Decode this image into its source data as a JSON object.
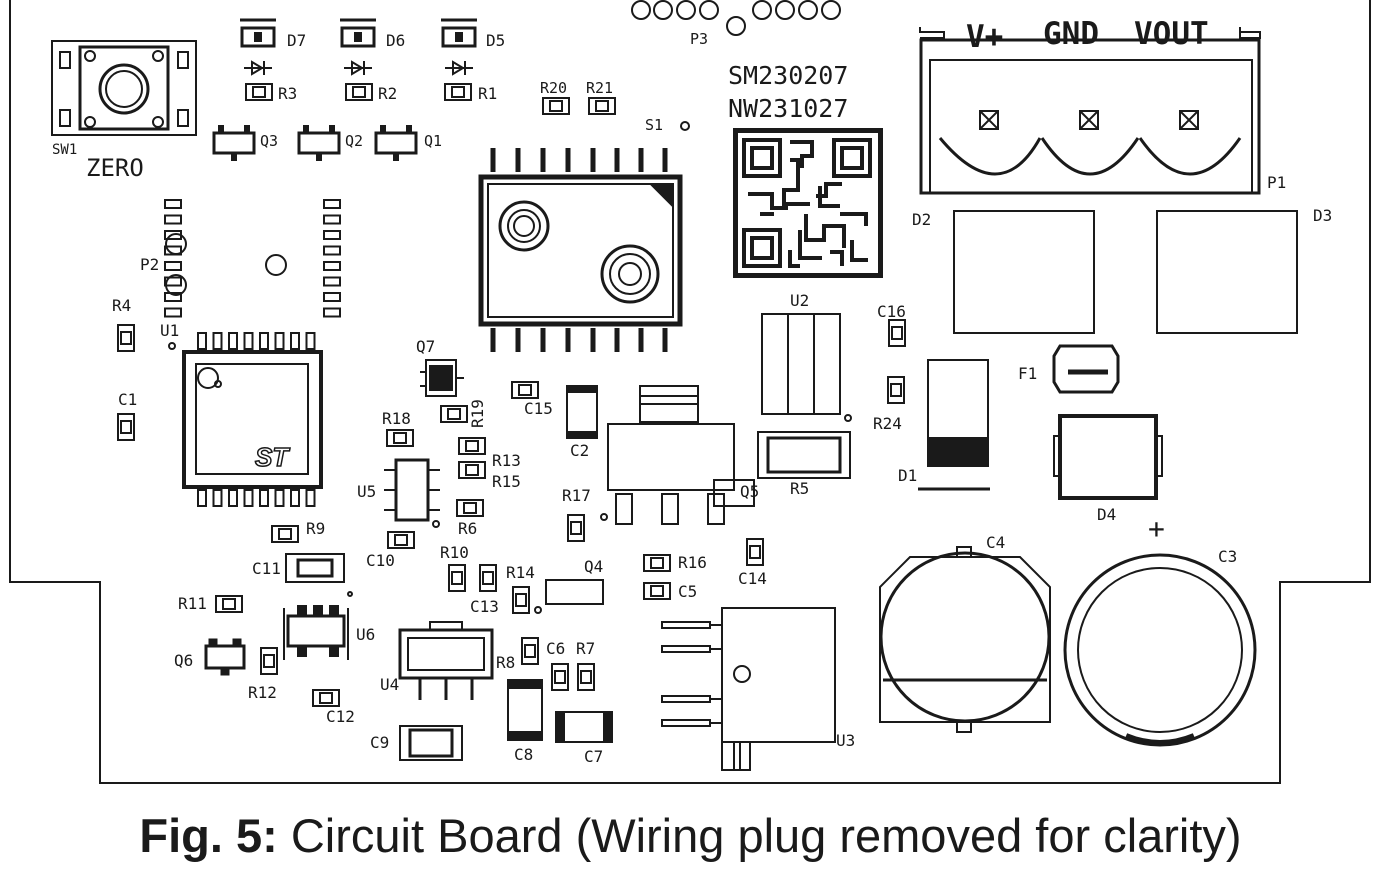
{
  "caption": {
    "prefix": "Fig. 5:",
    "text": "Circuit Board (Wiring plug removed for clarity)"
  },
  "board": {
    "silkscreen_codes": [
      "SM230207",
      "NW231027"
    ],
    "button_label": "ZERO",
    "terminal_labels": [
      "V+",
      "GND",
      "VOUT"
    ],
    "polarity_mark": "+",
    "st_logo_text": "ST"
  },
  "refs": {
    "SW1": "SW1",
    "D7": "D7",
    "D6": "D6",
    "D5": "D5",
    "R3": "R3",
    "R2": "R2",
    "R1": "R1",
    "R20": "R20",
    "R21": "R21",
    "Q3": "Q3",
    "Q2": "Q2",
    "Q1": "Q1",
    "S1": "S1",
    "P3": "P3",
    "P1": "P1",
    "P2": "P2",
    "R4": "R4",
    "U1": "U1",
    "C1": "C1",
    "D2": "D2",
    "D3": "D3",
    "U2": "U2",
    "C16": "C16",
    "F1": "F1",
    "R24": "R24",
    "D1": "D1",
    "D4": "D4",
    "Q7": "Q7",
    "R18": "R18",
    "R19": "R19",
    "C15": "C15",
    "C2": "C2",
    "R13": "R13",
    "R15": "R15",
    "U5": "U5",
    "R6": "R6",
    "R17": "R17",
    "Q5": "Q5",
    "R5": "R5",
    "R9": "R9",
    "C10": "C10",
    "R10": "R10",
    "C11": "C11",
    "R14": "R14",
    "C13": "C13",
    "Q4": "Q4",
    "R16": "R16",
    "C14": "C14",
    "C5": "C5",
    "R11": "R11",
    "U6": "U6",
    "Q6": "Q6",
    "R12": "R12",
    "C12": "C12",
    "U4": "U4",
    "R8": "R8",
    "C6": "C6",
    "R7": "R7",
    "C9": "C9",
    "C8": "C8",
    "C7": "C7",
    "U3": "U3",
    "C4": "C4",
    "C3": "C3"
  }
}
